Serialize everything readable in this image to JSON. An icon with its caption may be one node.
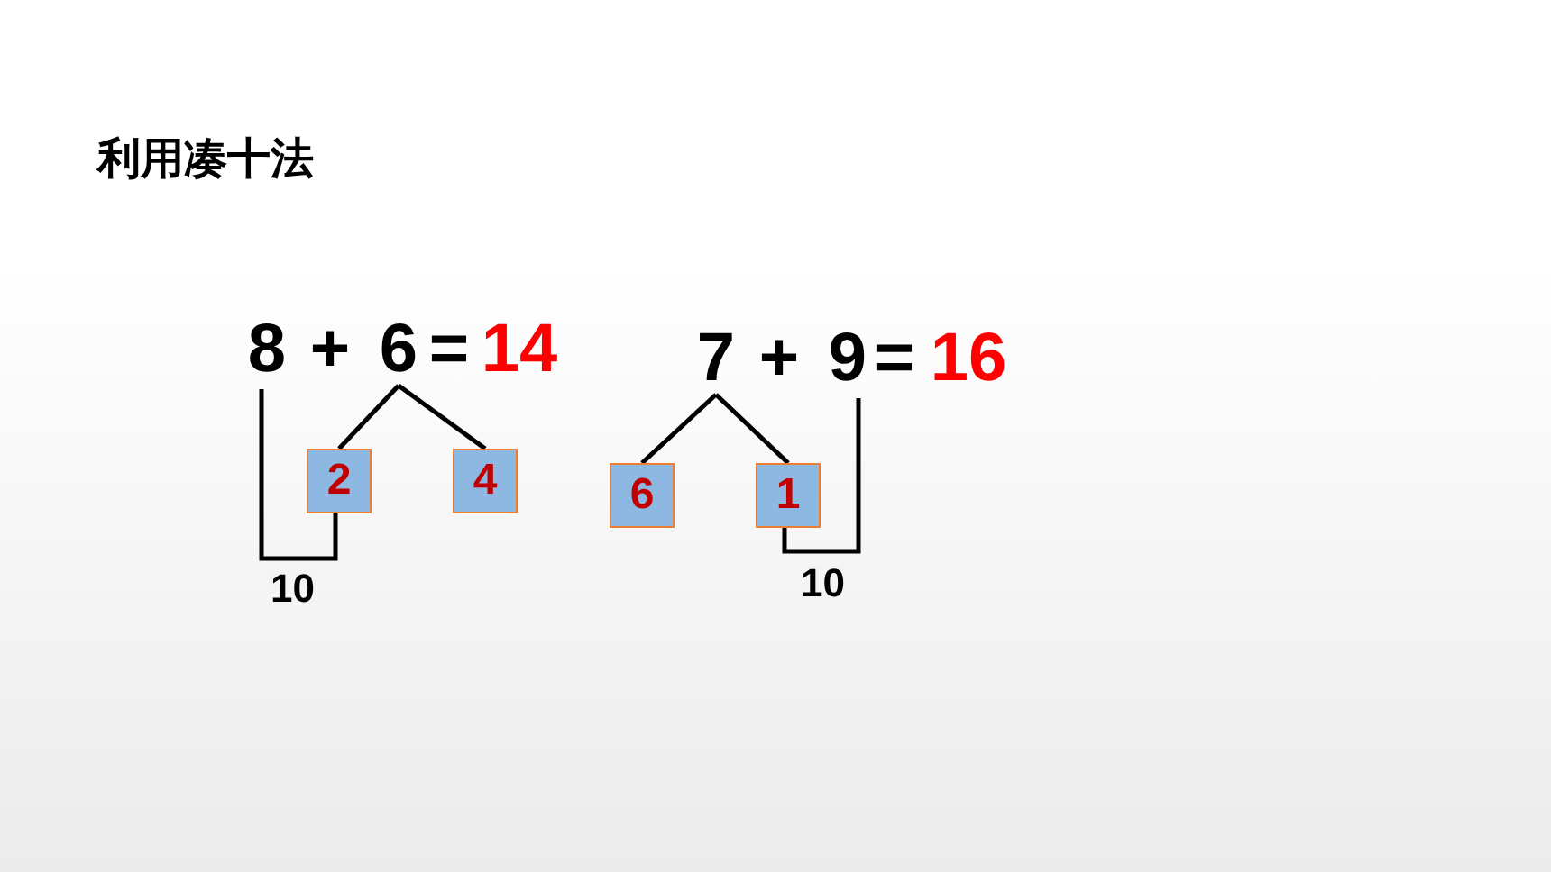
{
  "diagram": {
    "title": "利用凑十法",
    "nodes": [
      {
        "text": [
          "8"
        ]
      },
      {
        "text": [
          "6"
        ]
      },
      {
        "text": [
          "2"
        ]
      },
      {
        "text": [
          "4"
        ]
      },
      {
        "text": [
          "7"
        ]
      },
      {
        "text": [
          "9"
        ]
      },
      {
        "text": [
          "6"
        ]
      },
      {
        "text": [
          "1"
        ]
      }
    ],
    "edges": [
      {
        "from": 1,
        "to": 2,
        "arrow": "none"
      },
      {
        "from": 1,
        "to": 3,
        "arrow": "none"
      },
      {
        "from": 0,
        "to": 2,
        "arrow": "none",
        "label": "10"
      },
      {
        "from": 4,
        "to": 6,
        "arrow": "none"
      },
      {
        "from": 4,
        "to": 7,
        "arrow": "none"
      },
      {
        "from": 5,
        "to": 7,
        "arrow": "none",
        "label": "10"
      }
    ],
    "labels": [
      "+",
      "=",
      "14",
      "+",
      "=",
      "16"
    ]
  }
}
